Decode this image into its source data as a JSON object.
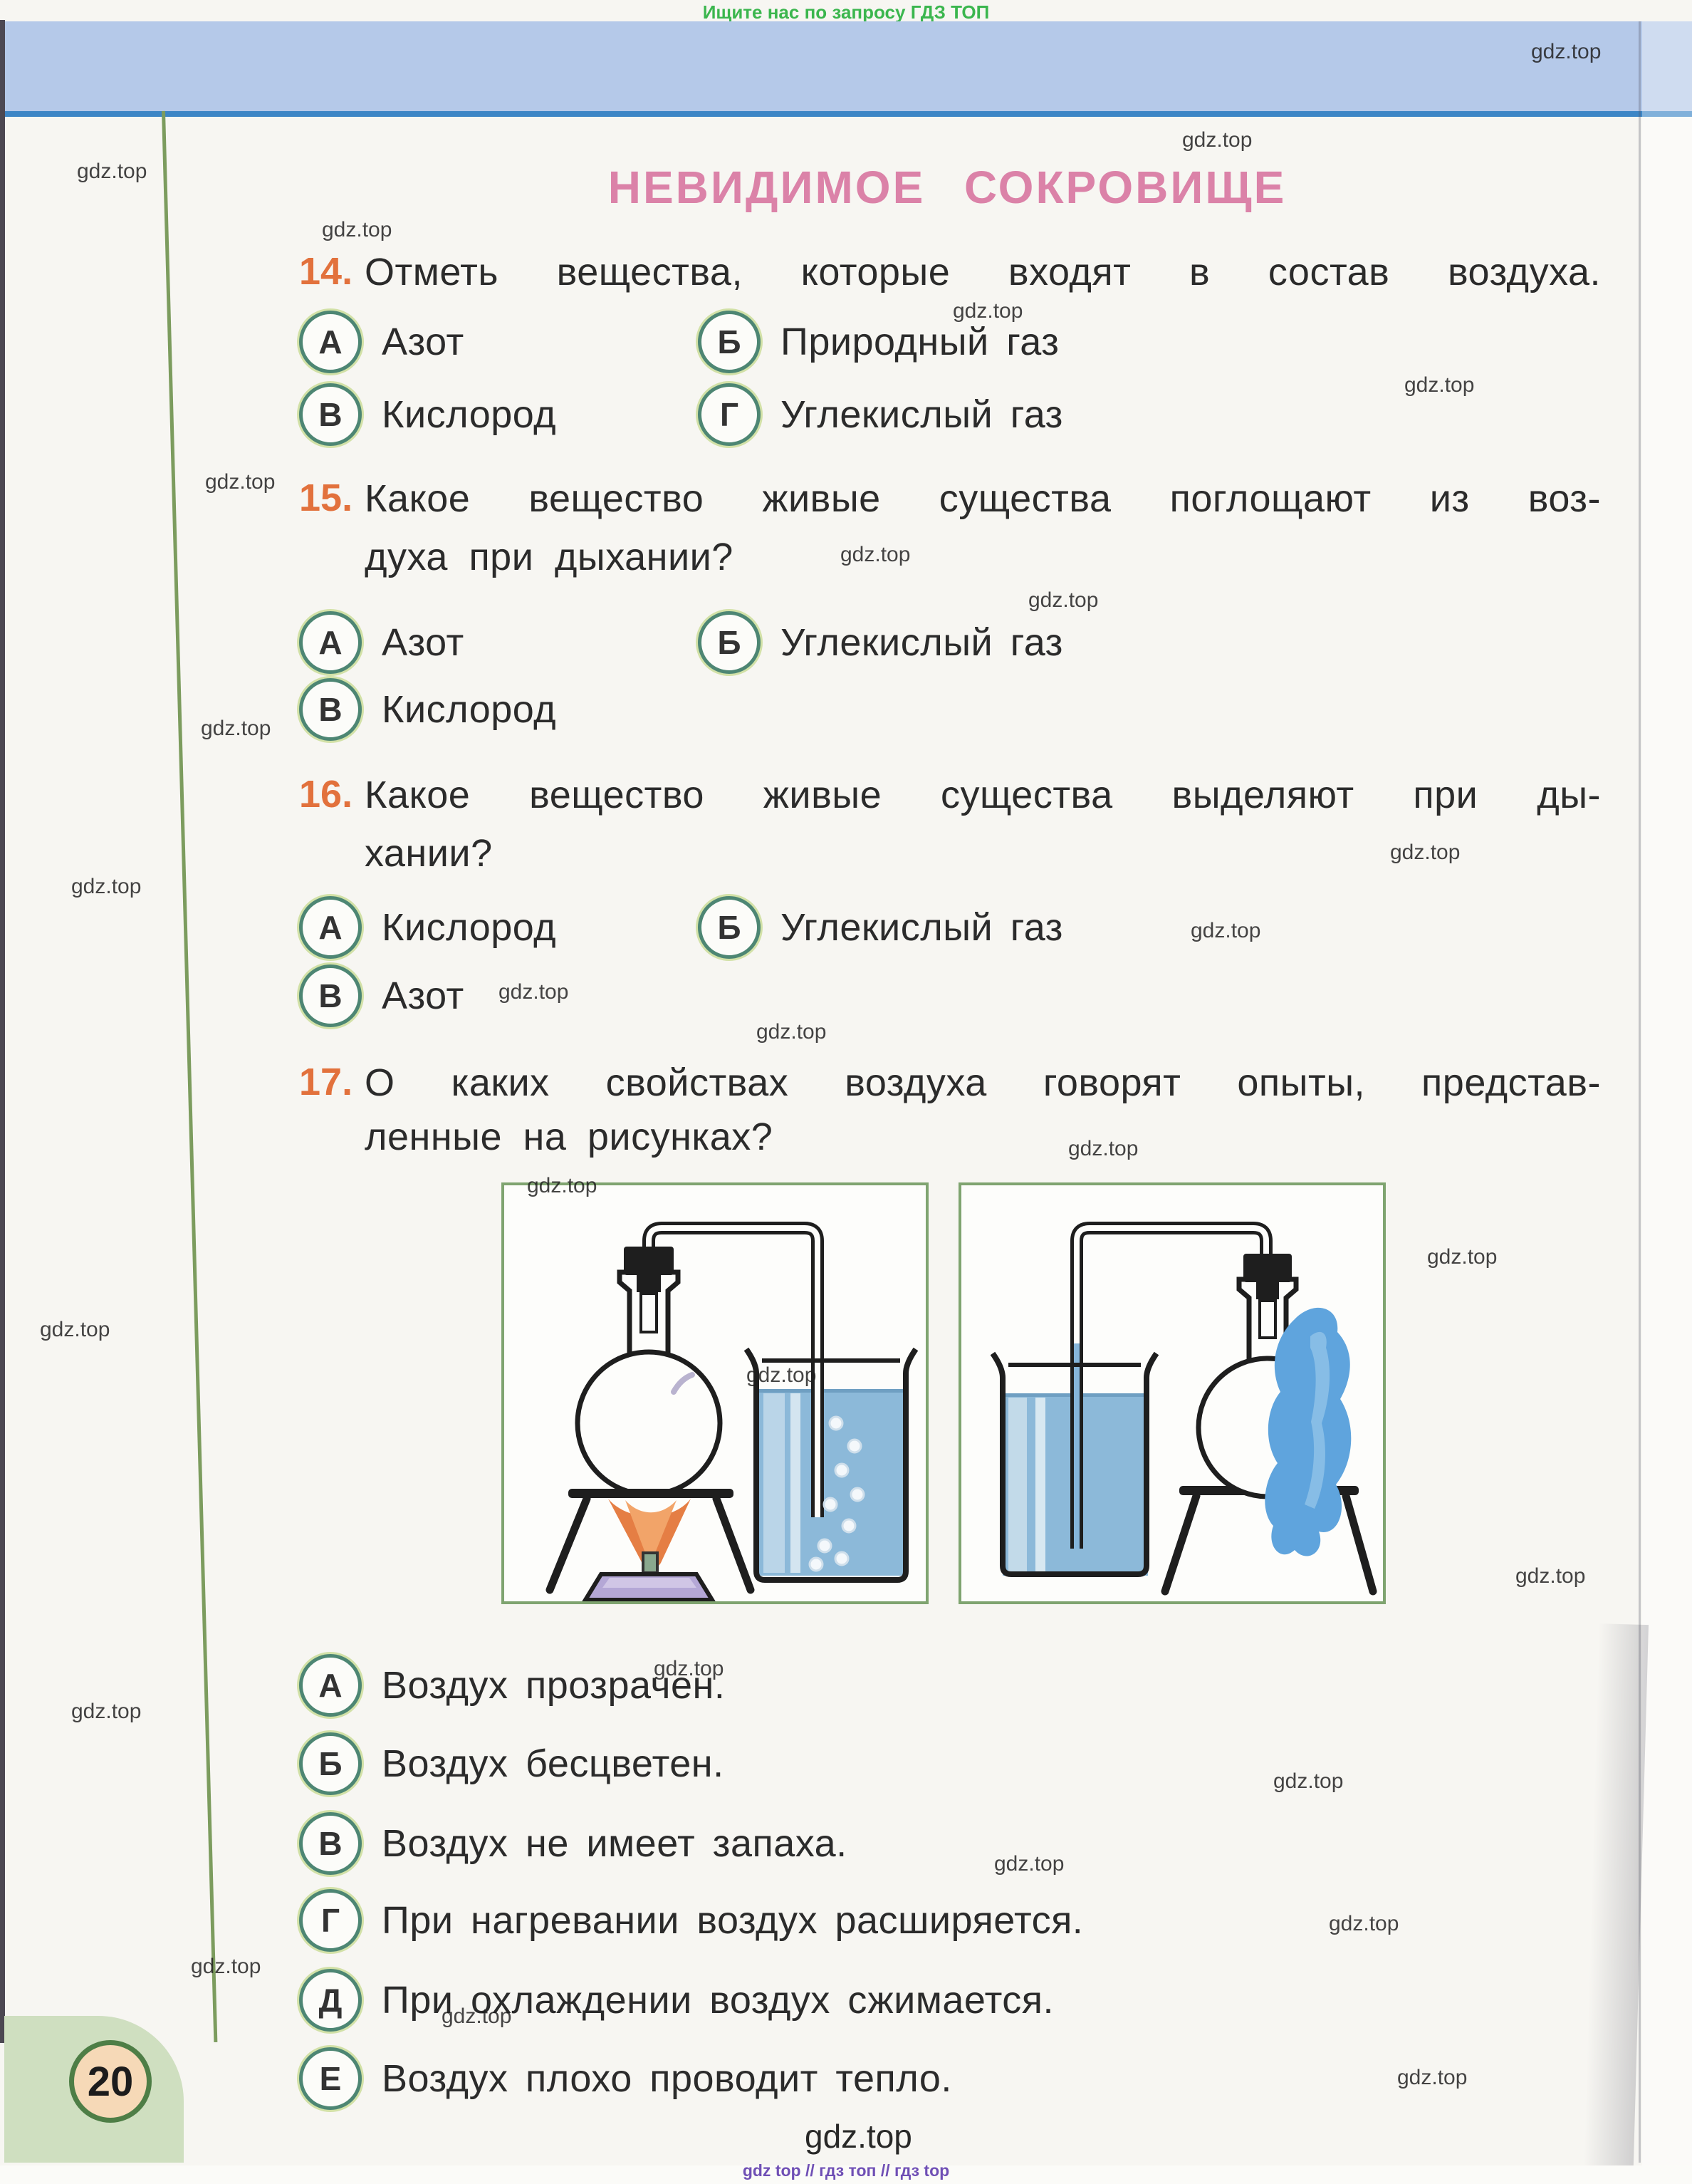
{
  "scan": {
    "promo_text": "Ищите нас по запросу ГДЗ ТОП",
    "watermark": "gdz.top",
    "footer_links": "gdz top // гдз топ // гдз top"
  },
  "page": {
    "title": "НЕВИДИМОЕ СОКРОВИЩЕ",
    "number": "20"
  },
  "questions": {
    "q14": {
      "number": "14.",
      "line1": "Отметь вещества, которые входят в состав воздуха.",
      "options": [
        {
          "letter": "А",
          "label": "Азот"
        },
        {
          "letter": "Б",
          "label": "Природный газ"
        },
        {
          "letter": "В",
          "label": "Кислород"
        },
        {
          "letter": "Г",
          "label": "Углекислый газ"
        }
      ]
    },
    "q15": {
      "number": "15.",
      "line1": "Какое вещество живые существа поглощают из воз-",
      "line2": "духа при дыхании?",
      "options": [
        {
          "letter": "А",
          "label": "Азот"
        },
        {
          "letter": "Б",
          "label": "Углекислый газ"
        },
        {
          "letter": "В",
          "label": "Кислород"
        }
      ]
    },
    "q16": {
      "number": "16.",
      "line1": "Какое вещество живые существа выделяют при ды-",
      "line2": "хании?",
      "options": [
        {
          "letter": "А",
          "label": "Кислород"
        },
        {
          "letter": "Б",
          "label": "Углекислый газ"
        },
        {
          "letter": "В",
          "label": "Азот"
        }
      ]
    },
    "q17": {
      "number": "17.",
      "line1": "О каких свойствах воздуха говорят опыты, представ-",
      "line2": "ленные на рисунках?",
      "options": [
        {
          "letter": "А",
          "label": "Воздух прозрачен."
        },
        {
          "letter": "Б",
          "label": "Воздух бесцветен."
        },
        {
          "letter": "В",
          "label": "Воздух не имеет запаха."
        },
        {
          "letter": "Г",
          "label": "При нагревании воздух расширяется."
        },
        {
          "letter": "Д",
          "label": "При охлаждении воздух сжимается."
        },
        {
          "letter": "Е",
          "label": "Воздух плохо проводит тепло."
        }
      ]
    }
  },
  "colors": {
    "title_pink": "#db82a8",
    "number_orange": "#e2713c",
    "option_ring_green": "#4d8673",
    "header_band_blue": "#b5c9e9",
    "header_band_edge_blue": "#3d86c6",
    "margin_line_green": "#7c9c5e",
    "figure_border_green": "#7fa470",
    "water_blue": "#8cb9d9",
    "flame_orange": "#e57e44",
    "lamp_purple": "#b4a7d6",
    "cloth_blue": "#5fa4dd",
    "page_tab_green": "#cfdfc0",
    "page_number_fill": "#f6d9b7",
    "promo_green": "#3bb64e",
    "footer_purple": "#6f4fb5"
  }
}
